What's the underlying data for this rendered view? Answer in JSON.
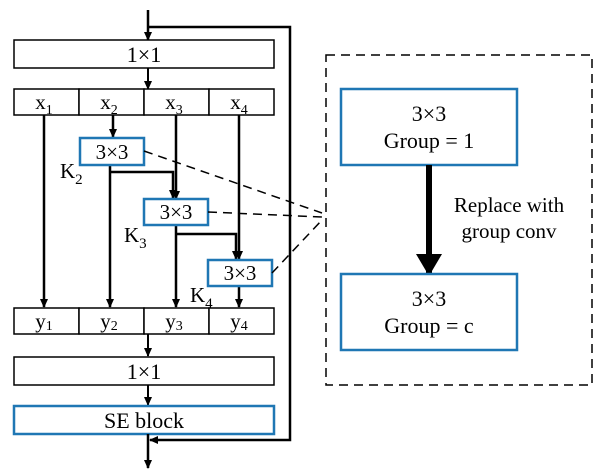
{
  "left_block": {
    "top_conv": "1×1",
    "inputs": [
      {
        "base": "x",
        "sub": "1"
      },
      {
        "base": "x",
        "sub": "2"
      },
      {
        "base": "x",
        "sub": "3"
      },
      {
        "base": "x",
        "sub": "4"
      }
    ],
    "convs": [
      {
        "label": "3×3",
        "k_base": "K",
        "k_sub": "2"
      },
      {
        "label": "3×3",
        "k_base": "K",
        "k_sub": "3"
      },
      {
        "label": "3×3",
        "k_base": "K",
        "k_sub": "4"
      }
    ],
    "outputs": [
      {
        "base": "y",
        "sub": "1"
      },
      {
        "base": "y",
        "sub": "2"
      },
      {
        "base": "y",
        "sub": "3"
      },
      {
        "base": "y",
        "sub": "4"
      }
    ],
    "bottom_conv": "1×1",
    "se_block": "SE block"
  },
  "right_panel": {
    "top_box": {
      "line1": "3×3",
      "line2": "Group = 1"
    },
    "arrow_label": {
      "line1": "Replace with",
      "line2": "group conv"
    },
    "bottom_box": {
      "line1": "3×3",
      "line2": "Group = c"
    }
  },
  "colors": {
    "blue_border": "#1f77b4",
    "black": "#000000",
    "background": "#ffffff"
  }
}
